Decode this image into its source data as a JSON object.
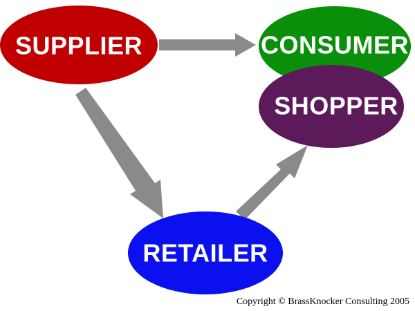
{
  "diagram": {
    "nodes": {
      "supplier": {
        "label": "SUPPLIER",
        "color": "#c00000"
      },
      "consumer": {
        "label": "CONSUMER",
        "color": "#0a8f0a"
      },
      "shopper": {
        "label": "SHOPPER",
        "color": "#5c1a5a"
      },
      "retailer": {
        "label": "RETAILER",
        "color": "#0a10ee"
      }
    },
    "arrow_color": "#8a8a8a",
    "edges": [
      {
        "from": "SUPPLIER",
        "to": "CONSUMER"
      },
      {
        "from": "SUPPLIER",
        "to": "RETAILER"
      },
      {
        "from": "RETAILER",
        "to": "SHOPPER"
      }
    ]
  },
  "footer": {
    "copyright": "Copyright © BrassKnocker Consulting 2005"
  }
}
